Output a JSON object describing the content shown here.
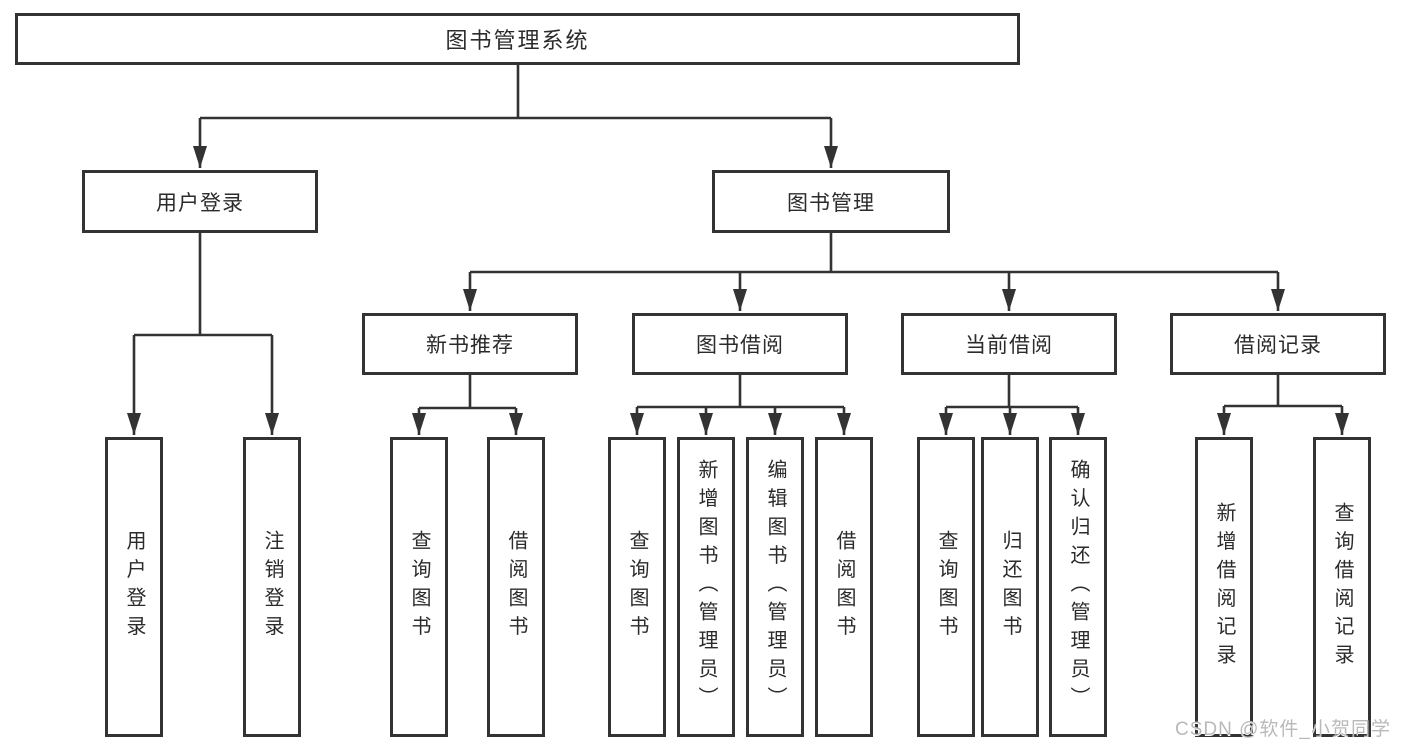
{
  "diagram": {
    "title_node": {
      "label": "图书管理系统"
    },
    "level2": {
      "user_login_group": {
        "label": "用户登录"
      },
      "book_mgmt_group": {
        "label": "图书管理"
      }
    },
    "level3": {
      "new_book": {
        "label": "新书推荐"
      },
      "book_borrow": {
        "label": "图书借阅"
      },
      "current_borrow": {
        "label": "当前借阅"
      },
      "borrow_record": {
        "label": "借阅记录"
      }
    },
    "leaves": {
      "user_login": {
        "label": "用户登录"
      },
      "logout": {
        "label": "注销登录"
      },
      "nb_query_book": {
        "label": "查询图书"
      },
      "nb_borrow_book": {
        "label": "借阅图书"
      },
      "bw_query_book": {
        "label": "查询图书"
      },
      "bw_add_book": {
        "label": "新增图书（管理员）"
      },
      "bw_edit_book": {
        "label": "编辑图书（管理员）"
      },
      "bw_borrow_book": {
        "label": "借阅图书"
      },
      "cur_query_book": {
        "label": "查询图书"
      },
      "cur_return_book": {
        "label": "归还图书"
      },
      "cur_confirm_return": {
        "label": "确认归还（管理员）"
      },
      "rec_add_record": {
        "label": "新增借阅记录"
      },
      "rec_query_record": {
        "label": "查询借阅记录"
      }
    }
  },
  "watermark": {
    "text": "CSDN @软件_小贺同学"
  },
  "colors": {
    "line": "#333333",
    "box_fill": "#ffffff",
    "watermark": "#b9b9b9",
    "bg": "#ffffff"
  }
}
